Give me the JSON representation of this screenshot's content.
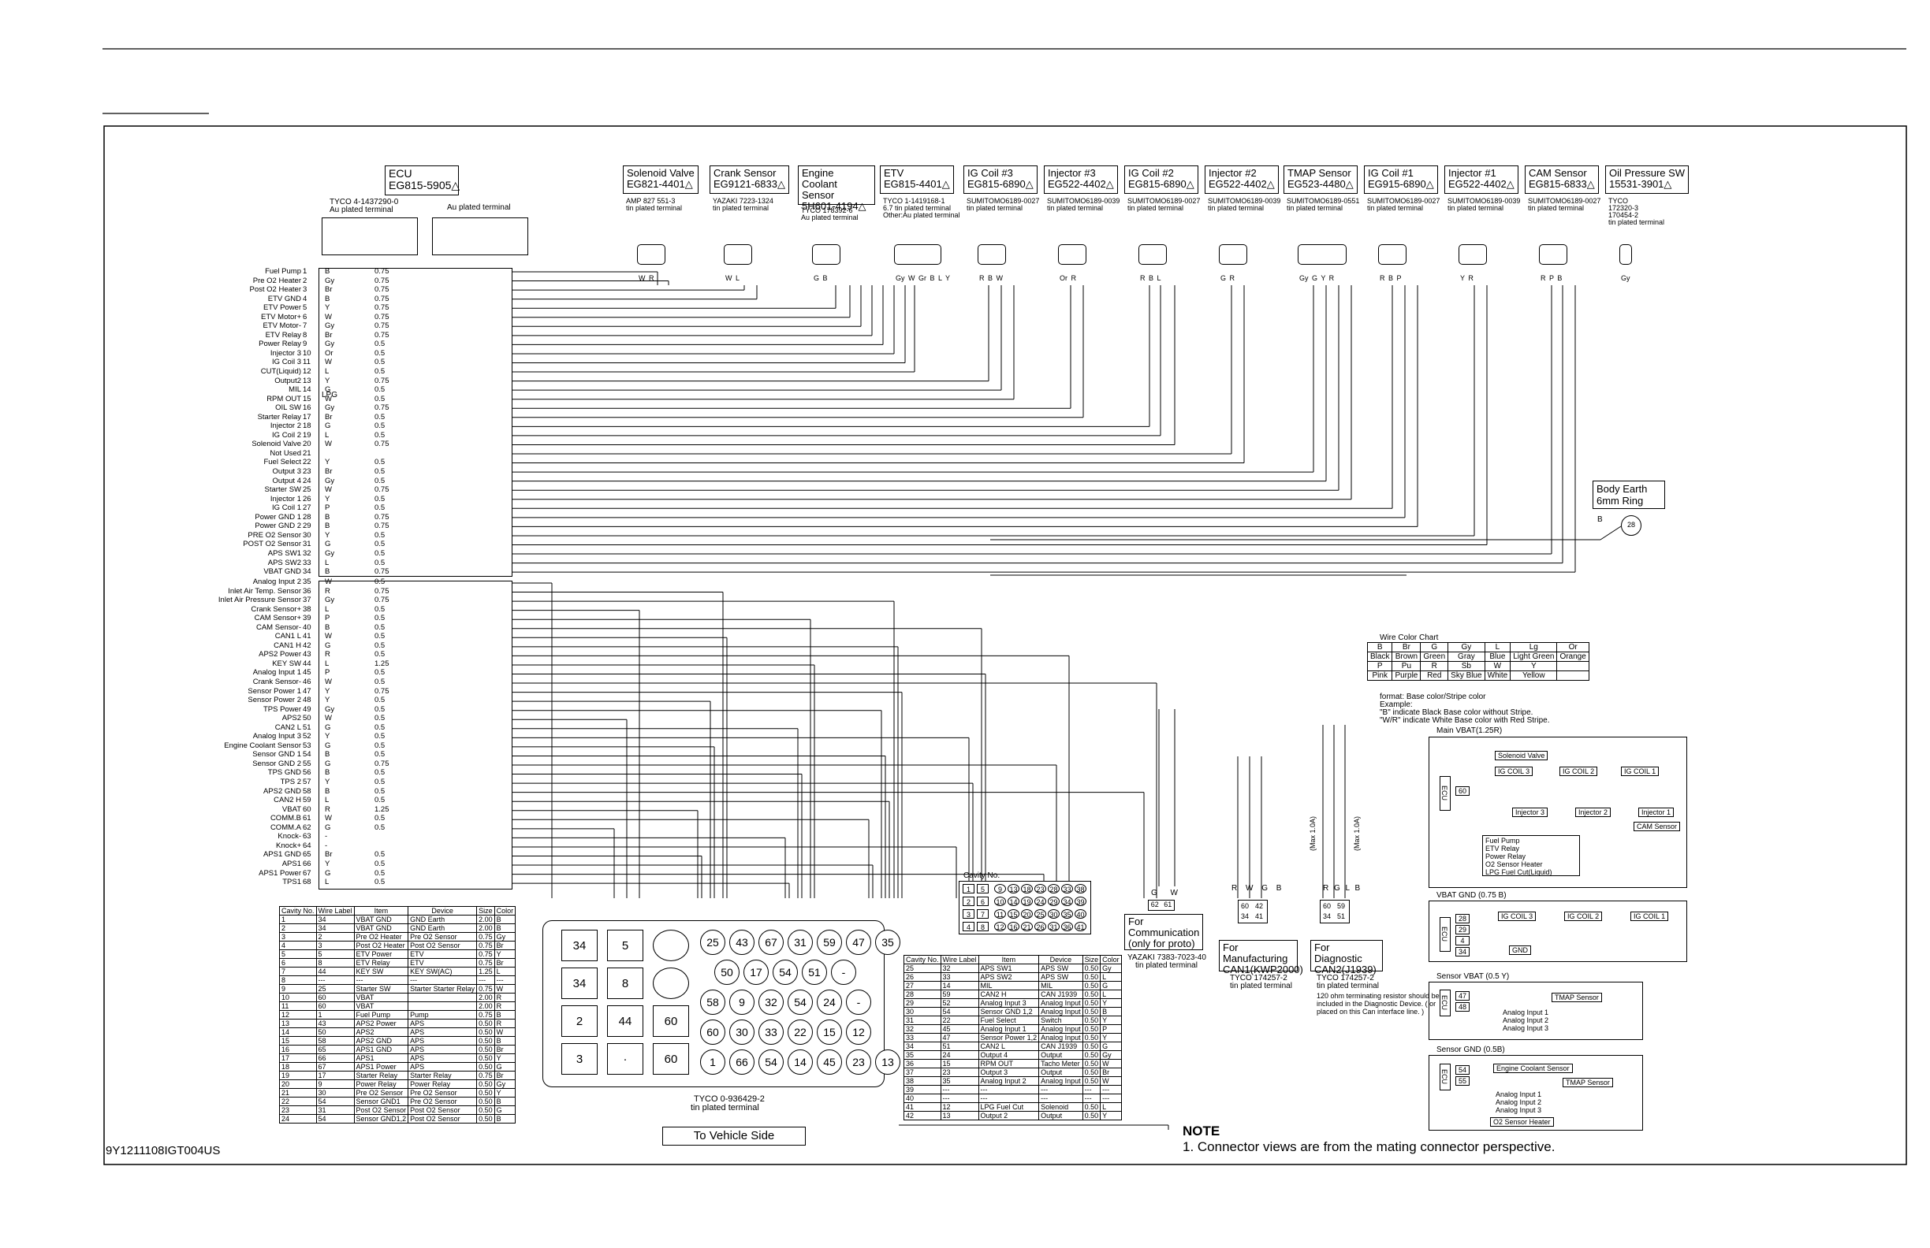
{
  "doc_code": "9Y1211108IGT004US",
  "note_title": "NOTE",
  "note_text": "1. Connector views are from the mating connector perspective.",
  "ecu": {
    "title": "ECU",
    "part": "EG815-5905△",
    "tyco": "TYCO 4-1437290-0",
    "tyco_sub": "Au plated terminal",
    "au": "Au plated terminal"
  },
  "lpg_label": "LPG",
  "to_vehicle": "To Vehicle Side",
  "tyco_bottom": "TYCO 0-936429-2",
  "tyco_bottom_sub": "tin plated terminal",
  "cavity_no": "Cavity No.",
  "connectors": [
    {
      "title": "Solenoid Valve",
      "part": "EG821-4401△",
      "info": "AMP 827 551-3",
      "info2": "tin plated terminal",
      "pins": "W R"
    },
    {
      "title": "Crank Sensor",
      "part": "EG9121-6833△",
      "info": "YAZAKI 7223-1324",
      "info2": "tin plated terminal",
      "pins": "W L"
    },
    {
      "title": "Engine Coolant Sensor",
      "part": "5H601-4194△",
      "info": "TYCO 178392-6",
      "info2": "Au plated terminal",
      "pins": "G B"
    },
    {
      "title": "ETV",
      "part": "EG815-4401△",
      "info": "TYCO 1-1419168-1",
      "info2": "6.7 tin plated terminal",
      "info3": "Other:Au plated terminal",
      "pins": "Gy W Gr B L Y"
    },
    {
      "title": "IG Coil #3",
      "part": "EG815-6890△",
      "info": "SUMITOMO6189-0027",
      "info2": "tin plated terminal",
      "pins": "R B W"
    },
    {
      "title": "Injector #3",
      "part": "EG522-4402△",
      "info": "SUMITOMO6189-0039",
      "info2": "tin plated terminal",
      "pins": "Or R"
    },
    {
      "title": "IG Coil #2",
      "part": "EG815-6890△",
      "info": "SUMITOMO6189-0027",
      "info2": "tin plated terminal",
      "pins": "R B L"
    },
    {
      "title": "Injector #2",
      "part": "EG522-4402△",
      "info": "SUMITOMO6189-0039",
      "info2": "tin plated terminal",
      "pins": "G R"
    },
    {
      "title": "TMAP Sensor",
      "part": "EG523-4480△",
      "info": "SUMITOMO6189-0551",
      "info2": "tin plated terminal",
      "pins": "Gy G Y R"
    },
    {
      "title": "IG Coil #1",
      "part": "EG915-6890△",
      "info": "SUMITOMO6189-0027",
      "info2": "tin plated terminal",
      "pins": "R B P"
    },
    {
      "title": "Injector #1",
      "part": "EG522-4402△",
      "info": "SUMITOMO6189-0039",
      "info2": "tin plated terminal",
      "pins": "Y R"
    },
    {
      "title": "CAM Sensor",
      "part": "EG815-6833△",
      "info": "SUMITOMO6189-0027",
      "info2": "tin plated terminal",
      "pins": "R P B"
    },
    {
      "title": "Oil Pressure SW",
      "part": "15531-3901△",
      "info": "TYCO",
      "info2": "172320-3",
      "info3": "170454-2",
      "info4": "tin plated terminal",
      "pins": "Gy"
    }
  ],
  "body_earth": {
    "title": "Body Earth",
    "sub": "6mm Ring",
    "wire": "B"
  },
  "pins_a": [
    [
      "Fuel Pump",
      "1",
      "B",
      "0.75"
    ],
    [
      "Pre O2 Heater",
      "2",
      "Gy",
      "0.75"
    ],
    [
      "Post O2 Heater",
      "3",
      "Br",
      "0.75"
    ],
    [
      "ETV GND",
      "4",
      "B",
      "0.75"
    ],
    [
      "ETV Power",
      "5",
      "Y",
      "0.75"
    ],
    [
      "ETV Motor+",
      "6",
      "W",
      "0.75"
    ],
    [
      "ETV Motor-",
      "7",
      "Gy",
      "0.75"
    ],
    [
      "ETV Relay",
      "8",
      "Br",
      "0.75"
    ],
    [
      "Power Relay",
      "9",
      "Gy",
      "0.5"
    ],
    [
      "Injector 3",
      "10",
      "Or",
      "0.5"
    ],
    [
      "IG Coil 3",
      "11",
      "W",
      "0.5"
    ],
    [
      "CUT(Liquid)",
      "12",
      "L",
      "0.5"
    ],
    [
      "Output2",
      "13",
      "Y",
      "0.75"
    ],
    [
      "MIL",
      "14",
      "G",
      "0.5"
    ],
    [
      "RPM OUT",
      "15",
      "W",
      "0.5"
    ],
    [
      "OIL SW",
      "16",
      "Gy",
      "0.75"
    ],
    [
      "Starter Relay",
      "17",
      "Br",
      "0.5"
    ],
    [
      "Injector 2",
      "18",
      "G",
      "0.5"
    ],
    [
      "IG Coil 2",
      "19",
      "L",
      "0.5"
    ],
    [
      "Solenoid Valve",
      "20",
      "W",
      "0.75"
    ],
    [
      "Not Used",
      "21",
      "",
      ""
    ],
    [
      "Fuel Select",
      "22",
      "Y",
      "0.5"
    ],
    [
      "Output 3",
      "23",
      "Br",
      "0.5"
    ],
    [
      "Output 4",
      "24",
      "Gy",
      "0.5"
    ],
    [
      "Starter SW",
      "25",
      "W",
      "0.75"
    ],
    [
      "Injector 1",
      "26",
      "Y",
      "0.5"
    ],
    [
      "IG Coil 1",
      "27",
      "P",
      "0.5"
    ],
    [
      "Power GND 1",
      "28",
      "B",
      "0.75"
    ],
    [
      "Power GND 2",
      "29",
      "B",
      "0.75"
    ],
    [
      "PRE O2 Sensor",
      "30",
      "Y",
      "0.5"
    ],
    [
      "POST O2 Sensor",
      "31",
      "G",
      "0.5"
    ],
    [
      "APS SW1",
      "32",
      "Gy",
      "0.5"
    ],
    [
      "APS SW2",
      "33",
      "L",
      "0.5"
    ],
    [
      "VBAT GND",
      "34",
      "B",
      "0.75"
    ]
  ],
  "pins_b": [
    [
      "Analog Input 2",
      "35",
      "W",
      "0.5"
    ],
    [
      "Inlet Air Temp. Sensor",
      "36",
      "R",
      "0.75"
    ],
    [
      "Inlet Air Pressure Sensor",
      "37",
      "Gy",
      "0.75"
    ],
    [
      "Crank Sensor+",
      "38",
      "L",
      "0.5"
    ],
    [
      "CAM Sensor+",
      "39",
      "P",
      "0.5"
    ],
    [
      "CAM Sensor-",
      "40",
      "B",
      "0.5"
    ],
    [
      "CAN1 L",
      "41",
      "W",
      "0.5"
    ],
    [
      "CAN1 H",
      "42",
      "G",
      "0.5"
    ],
    [
      "APS2 Power",
      "43",
      "R",
      "0.5"
    ],
    [
      "KEY SW",
      "44",
      "L",
      "1.25"
    ],
    [
      "Analog Input 1",
      "45",
      "P",
      "0.5"
    ],
    [
      "Crank Sensor-",
      "46",
      "W",
      "0.5"
    ],
    [
      "Sensor Power 1",
      "47",
      "Y",
      "0.75"
    ],
    [
      "Sensor Power 2",
      "48",
      "Y",
      "0.5"
    ],
    [
      "TPS Power",
      "49",
      "Gy",
      "0.5"
    ],
    [
      "APS2",
      "50",
      "W",
      "0.5"
    ],
    [
      "CAN2 L",
      "51",
      "G",
      "0.5"
    ],
    [
      "Analog Input 3",
      "52",
      "Y",
      "0.5"
    ],
    [
      "Engine Coolant Sensor",
      "53",
      "G",
      "0.5"
    ],
    [
      "Sensor GND 1",
      "54",
      "B",
      "0.5"
    ],
    [
      "Sensor GND 2",
      "55",
      "G",
      "0.75"
    ],
    [
      "TPS GND",
      "56",
      "B",
      "0.5"
    ],
    [
      "TPS 2",
      "57",
      "Y",
      "0.5"
    ],
    [
      "APS2 GND",
      "58",
      "B",
      "0.5"
    ],
    [
      "CAN2 H",
      "59",
      "L",
      "0.5"
    ],
    [
      "VBAT",
      "60",
      "R",
      "1.25"
    ],
    [
      "COMM.B",
      "61",
      "W",
      "0.5"
    ],
    [
      "COMM.A",
      "62",
      "G",
      "0.5"
    ],
    [
      "Knock-",
      "63",
      "-",
      ""
    ],
    [
      "Knock+",
      "64",
      "-",
      ""
    ],
    [
      "APS1 GND",
      "65",
      "Br",
      "0.5"
    ],
    [
      "APS1",
      "66",
      "Y",
      "0.5"
    ],
    [
      "APS1 Power",
      "67",
      "G",
      "0.5"
    ],
    [
      "TPS1",
      "68",
      "L",
      "0.5"
    ]
  ],
  "table1_head": [
    "Cavity No.",
    "Wire Label",
    "Item",
    "Device",
    "Size",
    "Color"
  ],
  "table1": [
    [
      "1",
      "34",
      "VBAT GND",
      "GND Earth",
      "2.00",
      "B"
    ],
    [
      "2",
      "34",
      "VBAT GND",
      "GND Earth",
      "2.00",
      "B"
    ],
    [
      "3",
      "2",
      "Pre O2 Heater",
      "Pre O2 Sensor",
      "0.75",
      "Gy"
    ],
    [
      "4",
      "3",
      "Post O2 Heater",
      "Post O2 Sensor",
      "0.75",
      "Br"
    ],
    [
      "5",
      "5",
      "ETV Power",
      "ETV",
      "0.75",
      "Y"
    ],
    [
      "6",
      "8",
      "ETV Relay",
      "ETV",
      "0.75",
      "Br"
    ],
    [
      "7",
      "44",
      "KEY SW",
      "KEY SW(AC)",
      "1.25",
      "L"
    ],
    [
      "8",
      "---",
      "---",
      "---",
      "---",
      "---"
    ],
    [
      "9",
      "25",
      "Starter SW",
      "Starter Starter Relay",
      "0.75",
      "W"
    ],
    [
      "10",
      "60",
      "VBAT",
      "",
      "2.00",
      "R"
    ],
    [
      "11",
      "60",
      "VBAT",
      "",
      "2.00",
      "R"
    ],
    [
      "12",
      "1",
      "Fuel Pump",
      "Pump",
      "0.75",
      "B"
    ],
    [
      "13",
      "43",
      "APS2 Power",
      "APS",
      "0.50",
      "R"
    ],
    [
      "14",
      "50",
      "APS2",
      "APS",
      "0.50",
      "W"
    ],
    [
      "15",
      "58",
      "APS2 GND",
      "APS",
      "0.50",
      "B"
    ],
    [
      "16",
      "65",
      "APS1 GND",
      "APS",
      "0.50",
      "Br"
    ],
    [
      "17",
      "66",
      "APS1",
      "APS",
      "0.50",
      "Y"
    ],
    [
      "18",
      "67",
      "APS1 Power",
      "APS",
      "0.50",
      "G"
    ],
    [
      "19",
      "17",
      "Starter Relay",
      "Starter Relay",
      "0.75",
      "Br"
    ],
    [
      "20",
      "9",
      "Power Relay",
      "Power Relay",
      "0.50",
      "Gy"
    ],
    [
      "21",
      "30",
      "Pre O2 Sensor",
      "Pre O2 Sensor",
      "0.50",
      "Y"
    ],
    [
      "22",
      "54",
      "Sensor GND1",
      "Pre O2 Sensor",
      "0.50",
      "B"
    ],
    [
      "23",
      "31",
      "Post O2 Sensor",
      "Post O2 Sensor",
      "0.50",
      "G"
    ],
    [
      "24",
      "54",
      "Sensor GND1,2",
      "Post O2 Sensor",
      "0.50",
      "B"
    ]
  ],
  "table2_head": [
    "Cavity No.",
    "Wire Label",
    "Item",
    "Device",
    "Size",
    "Color"
  ],
  "table2": [
    [
      "25",
      "32",
      "APS SW1",
      "APS SW",
      "0.50",
      "Gy"
    ],
    [
      "26",
      "33",
      "APS SW2",
      "APS SW",
      "0.50",
      "L"
    ],
    [
      "27",
      "14",
      "MIL",
      "MIL",
      "0.50",
      "G"
    ],
    [
      "28",
      "59",
      "CAN2 H",
      "CAN J1939",
      "0.50",
      "L"
    ],
    [
      "29",
      "52",
      "Analog Input 3",
      "Analog Input",
      "0.50",
      "Y"
    ],
    [
      "30",
      "54",
      "Sensor GND 1,2",
      "Analog Input",
      "0.50",
      "B"
    ],
    [
      "31",
      "22",
      "Fuel Select",
      "Switch",
      "0.50",
      "Y"
    ],
    [
      "32",
      "45",
      "Analog Input 1",
      "Analog Input",
      "0.50",
      "P"
    ],
    [
      "33",
      "47",
      "Sensor Power 1,2",
      "Analog Input",
      "0.50",
      "Y"
    ],
    [
      "34",
      "51",
      "CAN2 L",
      "CAN J1939",
      "0.50",
      "G"
    ],
    [
      "35",
      "24",
      "Output 4",
      "Output",
      "0.50",
      "Gy"
    ],
    [
      "36",
      "15",
      "RPM OUT",
      "Tacho Meter",
      "0.50",
      "W"
    ],
    [
      "37",
      "23",
      "Output 3",
      "Output",
      "0.50",
      "Br"
    ],
    [
      "38",
      "35",
      "Analog Input 2",
      "Analog Input",
      "0.50",
      "W"
    ],
    [
      "39",
      "---",
      "---",
      "---",
      "---",
      "---"
    ],
    [
      "40",
      "---",
      "---",
      "---",
      "---",
      "---"
    ],
    [
      "41",
      "12",
      "LPG Fuel Cut",
      "Solenoid",
      "0.50",
      "L"
    ],
    [
      "42",
      "13",
      "Output 2",
      "Output",
      "0.50",
      "Y"
    ]
  ],
  "wire_chart": {
    "title": "Wire Color Chart",
    "rows": [
      [
        "B",
        "Br",
        "G",
        "Gy",
        "L",
        "Lg",
        "Or"
      ],
      [
        "Black",
        "Brown",
        "Green",
        "Gray",
        "Blue",
        "Light Green",
        "Orange"
      ],
      [
        "P",
        "Pu",
        "R",
        "Sb",
        "W",
        "Y",
        ""
      ],
      [
        "Pink",
        "Purple",
        "Red",
        "Sky Blue",
        "White",
        "Yellow",
        ""
      ]
    ],
    "format": "format: Base color/Stripe color",
    "example": "Example:",
    "ex1": "\"B\" indicate Black Base color without Stripe.",
    "ex2": "\"W/R\" indicate White Base color with Red Stripe."
  },
  "comm": {
    "title": "For Communication (only for proto)",
    "part": "YAZAKI 7383-7023-40",
    "sub": "tin plated terminal",
    "wires": "G W",
    "pins": "62 61"
  },
  "manu": {
    "title": "For Manufacturing CAN1(KWP2000)",
    "part": "TYCO 174257-2",
    "sub": "tin plated terminal",
    "wires": "R W G B",
    "pins": [
      "60",
      "42",
      "34",
      "41"
    ]
  },
  "diag": {
    "title": "For Diagnostic CAN2(J1939)",
    "part": "TYCO 174257-2",
    "sub": "tin plated terminal",
    "wires": "R G L B",
    "pins": [
      "60",
      "59",
      "34",
      "51"
    ],
    "note": "120 ohm terminating resistor should be included in the Diagnostic Device. ( or placed on this Can interface line. )",
    "max1": "(Max 1.0A)",
    "max2": "(Max 1.0A)"
  },
  "main_vbat": {
    "title": "Main VBAT(1.25R)",
    "ecu": "ECU",
    "pin": "60",
    "items": [
      "Solenoid Valve",
      "IG COIL 3",
      "IG COIL 2",
      "IG COIL 1",
      "Injector 3",
      "Injector 2",
      "Injector 1",
      "CAM Sensor"
    ],
    "list": [
      "Fuel Pump",
      "ETV Relay",
      "Power Relay",
      "O2 Sensor Heater",
      "LPG Fuel Cut(Liquid)"
    ]
  },
  "vbat_gnd": {
    "title": "VBAT GND (0.75 B)",
    "ecu": "ECU",
    "pins": [
      "28",
      "29",
      "4",
      "34"
    ],
    "items": [
      "IG COIL 3",
      "IG COIL 2",
      "IG COIL 1"
    ],
    "gnd": "GND"
  },
  "sensor_vbat": {
    "title": "Sensor VBAT (0.5 Y)",
    "ecu": "ECU",
    "pins": [
      "47",
      "48"
    ],
    "items": [
      "TMAP Sensor",
      "Analog Input 1",
      "Analog Input 2",
      "Analog Input 3"
    ]
  },
  "sensor_gnd": {
    "title": "Sensor GND (0.5B)",
    "ecu": "ECU",
    "pins": [
      "54",
      "55"
    ],
    "items": [
      "Engine Coolant Sensor",
      "TMAP Sensor",
      "Analog Input 1",
      "Analog Input 2",
      "Analog Input 3",
      "O2 Sensor Heater"
    ]
  },
  "big_conn": {
    "left_rows": [
      [
        "34",
        "5"
      ],
      [
        "34",
        "8"
      ],
      [
        "2",
        "44"
      ],
      [
        "3",
        "·"
      ]
    ],
    "left_mid": [
      "",
      "",
      "60",
      "60"
    ],
    "circles": [
      [
        "25",
        "43",
        "67",
        "31",
        "59",
        "47",
        "35"
      ],
      [
        "50",
        "17",
        "54",
        "51",
        "-"
      ],
      [
        "58",
        "9",
        "32",
        "54",
        "24",
        "-"
      ],
      [
        "60",
        "30",
        "33",
        "22",
        "15",
        "12"
      ],
      [
        "1",
        "66",
        "54",
        "14",
        "45",
        "23",
        "13"
      ]
    ]
  },
  "cavity_grid": [
    [
      "1",
      "5",
      "9",
      "13",
      "18",
      "23",
      "28",
      "33",
      "38"
    ],
    [
      "2",
      "6",
      "10",
      "14",
      "19",
      "24",
      "29",
      "34",
      "39"
    ],
    [
      "3",
      "7",
      "11",
      "15",
      "20",
      "25",
      "30",
      "35",
      "40"
    ],
    [
      "4",
      "8",
      "12",
      "16",
      "21",
      "26",
      "31",
      "36",
      "41"
    ]
  ]
}
